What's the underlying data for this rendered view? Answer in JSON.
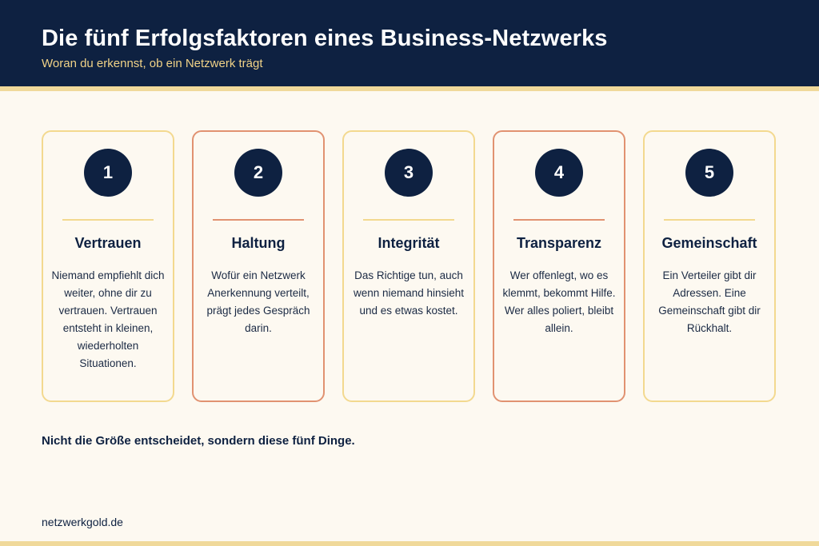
{
  "header": {
    "title": "Die fünf Erfolgsfaktoren eines Business-Netzwerks",
    "subtitle": "Woran du erkennst, ob ein Netzwerk trägt"
  },
  "colors": {
    "navy": "#0e2141",
    "gold": "#f3d98f",
    "coral": "#e19271",
    "background": "#fdf9f1"
  },
  "cards": [
    {
      "number": "1",
      "title": "Vertrauen",
      "text": "Niemand empfiehlt dich weiter, ohne dir zu vertrauen. Vertrauen entsteht in kleinen, wiederholten Situationen.",
      "accent": "gold"
    },
    {
      "number": "2",
      "title": "Haltung",
      "text": "Wofür ein Netzwerk Anerkennung verteilt, prägt jedes Gespräch darin.",
      "accent": "coral"
    },
    {
      "number": "3",
      "title": "Integrität",
      "text": "Das Richtige tun, auch wenn niemand hinsieht und es etwas kostet.",
      "accent": "gold"
    },
    {
      "number": "4",
      "title": "Transparenz",
      "text": "Wer offenlegt, wo es klemmt, bekommt Hilfe. Wer alles poliert, bleibt allein.",
      "accent": "coral"
    },
    {
      "number": "5",
      "title": "Gemeinschaft",
      "text": "Ein Verteiler gibt dir Adressen. Eine Gemeinschaft gibt dir Rückhalt.",
      "accent": "gold"
    }
  ],
  "tagline": "Nicht die Größe entscheidet, sondern diese fünf Dinge.",
  "footer": {
    "website": "netzwerkgold.de"
  }
}
